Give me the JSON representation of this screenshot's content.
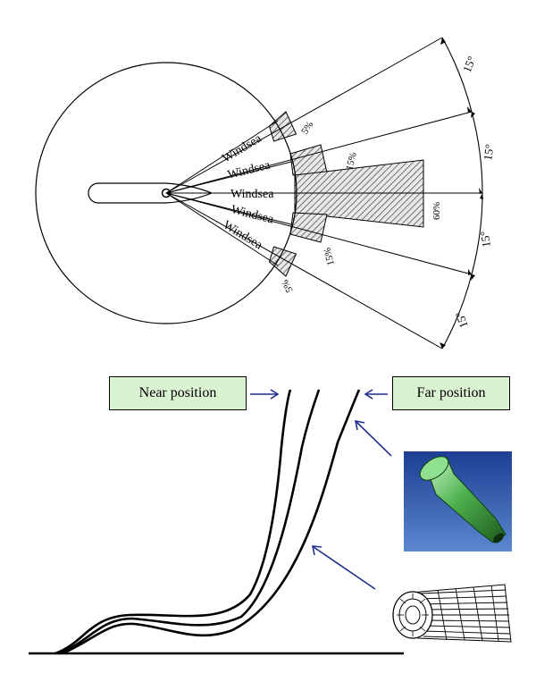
{
  "rose": {
    "sector_label": "Windsea",
    "sectors": [
      {
        "label": "Windsea",
        "percent": "5%"
      },
      {
        "label": "Windsea",
        "percent": "15%"
      },
      {
        "label": "Windsea",
        "percent": "60%"
      },
      {
        "label": "Windsea",
        "percent": "15%"
      },
      {
        "label": "Windsea",
        "percent": "5%"
      }
    ],
    "angles": [
      "15°",
      "15°",
      "15°",
      "15°"
    ]
  },
  "riser": {
    "near_label": "Near position",
    "far_label": "Far position"
  },
  "colors": {
    "label_bg": "#d9f2d0",
    "arrow": "#1f2f8c",
    "hatch": "#333333"
  }
}
